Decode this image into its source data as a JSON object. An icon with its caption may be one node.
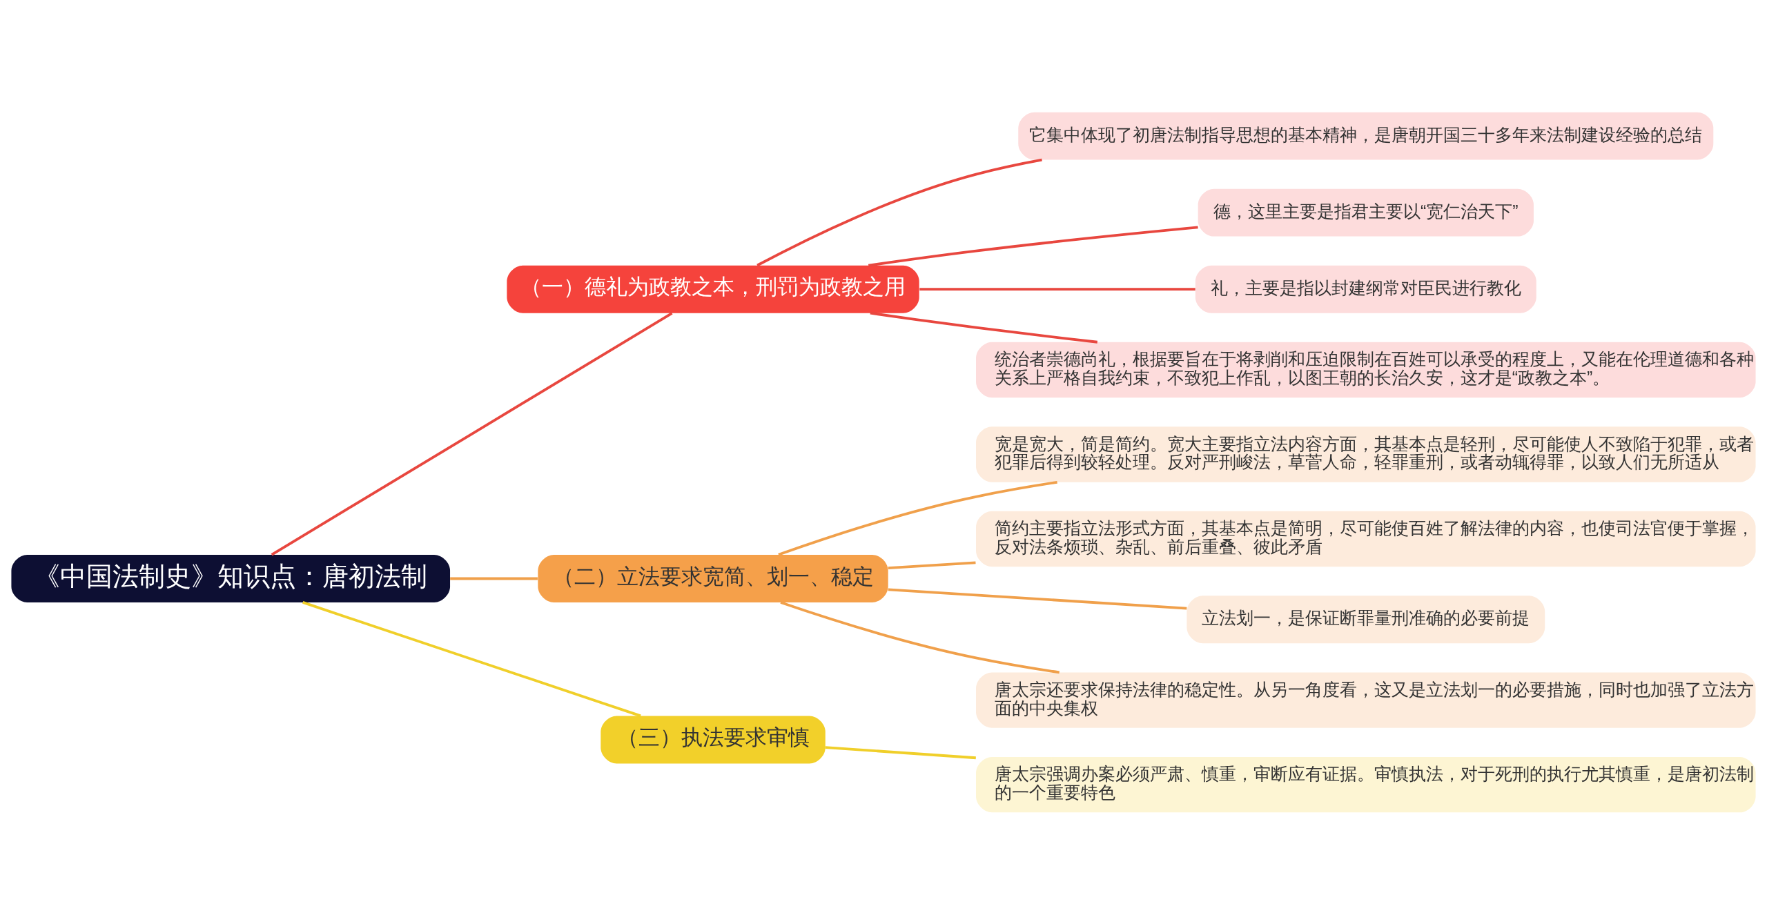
{
  "diagram": {
    "nodes": [
      {
        "text": [
          "《中国法制史》知识点：唐初法制"
        ]
      },
      {
        "text": [
          "（一）德礼为政教之本，刑罚为政教之用"
        ]
      },
      {
        "text": [
          "它集中体现了初唐法制指导思想的基本精神，是唐朝开国三十多年来法制建设经验的总结"
        ]
      },
      {
        "text": [
          "德，这里主要是指君主要以“宽仁治天下”"
        ]
      },
      {
        "text": [
          "礼，主要是指以封建纲常对臣民进行教化"
        ]
      },
      {
        "text": [
          "统治者崇德尚礼，根据要旨在于将剥削和压迫限制在百姓可以承受的程度上，又能在伦理道德和各种关系上严格自我约束，不致犯上作乱，以图王朝的长治久安，这才是“政教之本”。"
        ]
      },
      {
        "text": [
          "（二）立法要求宽简、划一、稳定"
        ]
      },
      {
        "text": [
          "宽是宽大，简是简约。宽大主要指立法内容方面，其基本点是轻刑，尽可能使人不致陷于犯罪，或者犯罪后得到较轻处理。反对严刑峻法，草菅人命，轻罪重刑，或者动辄得罪，以致人们无所适从"
        ]
      },
      {
        "text": [
          "简约主要指立法形式方面，其基本点是简明，尽可能使百姓了解法律的内容，也使司法官便于掌握，反对法条烦琐、杂乱、前后重叠、彼此矛盾"
        ]
      },
      {
        "text": [
          "立法划一，是保证断罪量刑准确的必要前提"
        ]
      },
      {
        "text": [
          "唐太宗还要求保持法律的稳定性。从另一角度看，这又是立法划一的必要措施，同时也加强了立法方面的中央集权"
        ]
      },
      {
        "text": [
          "（三）执法要求审慎"
        ]
      },
      {
        "text": [
          "唐太宗强调办案必须严肃、慎重，审断应有证据。审慎执法，对于死刑的执行尤其慎重，是唐初法制的一个重要特色"
        ]
      }
    ],
    "edges": [
      {
        "from": 0,
        "to": 1,
        "arrow": "none",
        "color": "#e8473f"
      },
      {
        "from": 1,
        "to": 2,
        "arrow": "none",
        "color": "#e8473f"
      },
      {
        "from": 1,
        "to": 3,
        "arrow": "none",
        "color": "#e8473f"
      },
      {
        "from": 1,
        "to": 4,
        "arrow": "none",
        "color": "#e8473f"
      },
      {
        "from": 1,
        "to": 5,
        "arrow": "none",
        "color": "#e8473f"
      },
      {
        "from": 0,
        "to": 6,
        "arrow": "none",
        "color": "#f0a04b"
      },
      {
        "from": 6,
        "to": 7,
        "arrow": "none",
        "color": "#f0a04b"
      },
      {
        "from": 6,
        "to": 8,
        "arrow": "none",
        "color": "#f0a04b"
      },
      {
        "from": 6,
        "to": 9,
        "arrow": "none",
        "color": "#f0a04b"
      },
      {
        "from": 6,
        "to": 10,
        "arrow": "none",
        "color": "#f0a04b"
      },
      {
        "from": 0,
        "to": 11,
        "arrow": "none",
        "color": "#f0cf2a"
      },
      {
        "from": 11,
        "to": 12,
        "arrow": "none",
        "color": "#f0cf2a"
      }
    ]
  }
}
